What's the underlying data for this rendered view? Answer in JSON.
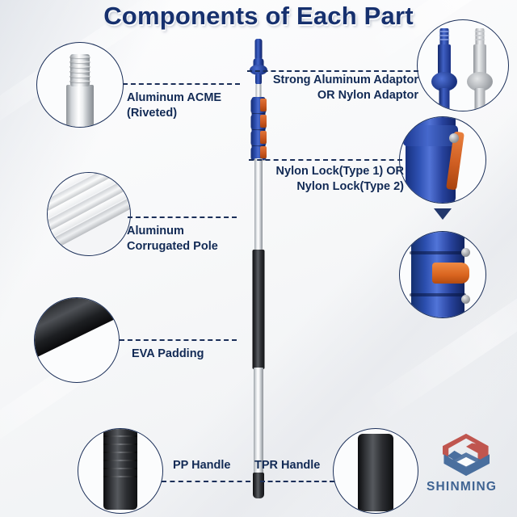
{
  "title": "Components of Each Part",
  "labels": {
    "acme": "Aluminum ACME\n(Riveted)",
    "corrugated": "Aluminum\nCorrugated Pole",
    "eva": "EVA Padding",
    "pp_handle": "PP Handle",
    "tpr_handle": "TPR Handle",
    "adaptor": "Strong Aluminum Adaptor\nOR Nylon Adaptor",
    "nylon_lock": "Nylon Lock(Type 1) OR\nNylon Lock(Type 2)"
  },
  "brand": {
    "name": "SHINMING",
    "logo_top_color": "#c0564f",
    "logo_bottom_color": "#4a6f9e",
    "text_color": "#3f6392"
  },
  "colors": {
    "title": "#16306e",
    "label_text": "#122a55",
    "callout_border": "#1b2f59",
    "dash_line": "#1b2f59",
    "pole_blue": "#2a4aa8",
    "lever_orange": "#d4632a",
    "pole_aluminum": "#d3d7db",
    "padding_black": "#1b1c1f",
    "background": "#f7f8f9"
  },
  "callouts": [
    {
      "name": "aluminum-acme",
      "side": "left"
    },
    {
      "name": "corrugated-pole",
      "side": "left"
    },
    {
      "name": "eva-padding",
      "side": "left"
    },
    {
      "name": "pp-handle",
      "side": "left"
    },
    {
      "name": "tpr-handle",
      "side": "right"
    },
    {
      "name": "adaptor-comparison",
      "side": "right"
    },
    {
      "name": "nylon-lock-type-1",
      "side": "right"
    },
    {
      "name": "nylon-lock-type-2",
      "side": "right"
    }
  ]
}
